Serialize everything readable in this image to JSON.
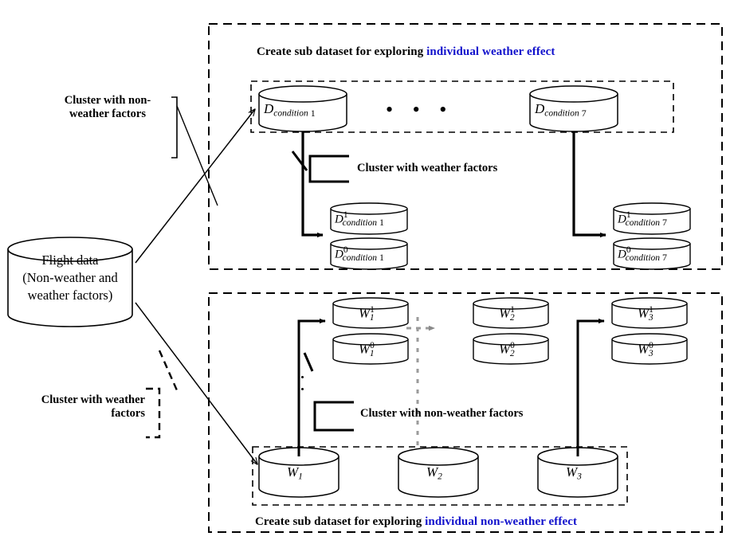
{
  "figure": {
    "title": "Flight data sub-dataset creation flow",
    "colors": {
      "ink": "#000000",
      "accent_blue": "#1111cc",
      "gray_dashed": "#999999"
    }
  },
  "source": {
    "label_line1": "Flight data",
    "label_line2": "(Non-weather and",
    "label_line3": "weather factors)"
  },
  "left_labels": {
    "upper_line1": "Cluster with non-",
    "upper_line2": "weather factors",
    "lower_line1": "Cluster with weather",
    "lower_line2": "factors"
  },
  "top_panel": {
    "caption_black": "Create sub dataset for exploring ",
    "caption_blue": "individual weather effect",
    "inner_cluster_label": "Cluster with weather factors",
    "ellipsis": "• • •",
    "conditions": [
      {
        "base": {
          "letter": "D",
          "sub": "condition",
          "index": "1"
        },
        "children": [
          {
            "letter": "D",
            "sup": "1",
            "sub": "condition",
            "index": "1"
          },
          {
            "letter": "D",
            "sup": "0",
            "sub": "condition",
            "index": "1"
          }
        ]
      },
      {
        "base": {
          "letter": "D",
          "sub": "condition",
          "index": "7"
        },
        "children": [
          {
            "letter": "D",
            "sup": "1",
            "sub": "condition",
            "index": "7"
          },
          {
            "letter": "D",
            "sup": "0",
            "sub": "condition",
            "index": "7"
          }
        ]
      }
    ]
  },
  "bottom_panel": {
    "caption_black": "Create sub dataset for exploring ",
    "caption_blue": "individual non-weather effect",
    "inner_cluster_label": "Cluster with non-weather factors",
    "groups": [
      {
        "base": {
          "letter": "W",
          "sub": "1"
        },
        "children": [
          {
            "letter": "W",
            "sup": "1",
            "sub": "1"
          },
          {
            "letter": "W",
            "sup": "0",
            "sub": "1"
          }
        ]
      },
      {
        "base": {
          "letter": "W",
          "sub": "2"
        },
        "children": [
          {
            "letter": "W",
            "sup": "1",
            "sub": "2"
          },
          {
            "letter": "W",
            "sup": "0",
            "sub": "2"
          }
        ]
      },
      {
        "base": {
          "letter": "W",
          "sub": "3"
        },
        "children": [
          {
            "letter": "W",
            "sup": "1",
            "sub": "3"
          },
          {
            "letter": "W",
            "sup": "0",
            "sub": "3"
          }
        ]
      }
    ]
  }
}
